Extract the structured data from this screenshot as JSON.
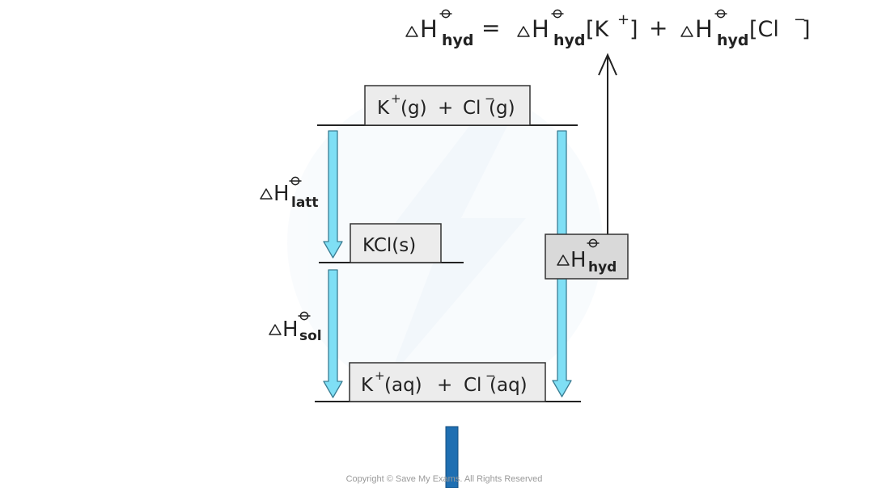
{
  "equation": {
    "lhs": {
      "symbol": "H",
      "sub": "hyd"
    },
    "equals": "=",
    "term1": {
      "symbol": "H",
      "sub": "hyd",
      "bracket_open": "[K",
      "sup": "+",
      "bracket_close": "]"
    },
    "plus": "+",
    "term2": {
      "symbol": "H",
      "sub": "hyd",
      "bracket_open": "[Cl",
      "sup": "−",
      "bracket_close": "]"
    }
  },
  "levels": {
    "gas": {
      "species1": "K",
      "sup1": "+",
      "state1": "(g)",
      "plus": "+",
      "species2": "Cl",
      "sup2": "−",
      "state2": "(g)"
    },
    "solid": {
      "label": "KCl(s)"
    },
    "aqueous": {
      "species1": "K",
      "sup1": "+",
      "state1": "(aq)",
      "plus": "+",
      "species2": "Cl",
      "sup2": "−",
      "state2": "(aq)"
    }
  },
  "arrows": {
    "lattice": {
      "symbol": "H",
      "sub": "latt"
    },
    "solution": {
      "symbol": "H",
      "sub": "sol"
    },
    "hydration": {
      "symbol": "H",
      "sub": "hyd"
    }
  },
  "copyright": "Copyright © Save My Exams. All Rights Reserved",
  "colors": {
    "arrow_fill": "#7fdff5",
    "arrow_stroke": "#3a7d93",
    "box_fill": "#ececec",
    "hyd_box_fill": "#d9d9d9",
    "level_line": "#222222",
    "footer_bar": "#1f6fb2",
    "watermark": "#eef5fb"
  }
}
